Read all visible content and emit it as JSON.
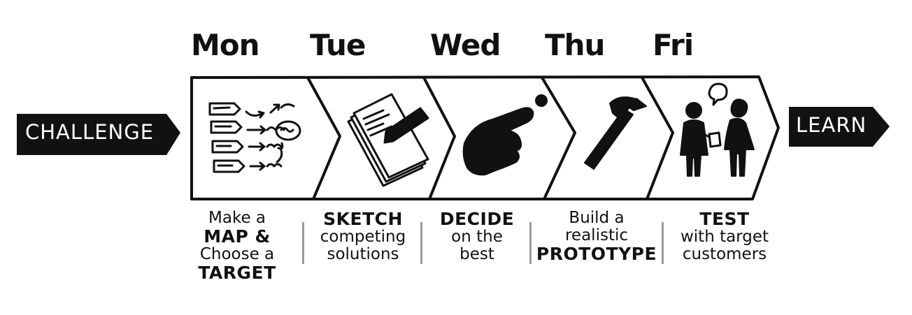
{
  "days": [
    "Mon",
    "Tue",
    "Wed",
    "Thu",
    "Fri"
  ],
  "start_label": "CHALLENGE",
  "end_label": "LEARN",
  "captions": [
    [
      {
        "t": "Make a",
        "s": "hand"
      },
      {
        "t": "MAP &",
        "s": "bold"
      },
      {
        "t": "Choose a",
        "s": "hand"
      },
      {
        "t": "TARGET",
        "s": "bold"
      }
    ],
    [
      {
        "t": "SKETCH",
        "s": "bold"
      },
      {
        "t": "competing",
        "s": "hand"
      },
      {
        "t": "solutions",
        "s": "hand"
      }
    ],
    [
      {
        "t": "DECIDE",
        "s": "bold"
      },
      {
        "t": "on the",
        "s": "hand"
      },
      {
        "t": "best",
        "s": "hand"
      }
    ],
    [
      {
        "t": "Build a",
        "s": "hand"
      },
      {
        "t": "realistic",
        "s": "hand"
      },
      {
        "t": "PROTOTYPE",
        "s": "bold"
      }
    ],
    [
      {
        "t": "TEST",
        "s": "bold"
      },
      {
        "t": "with target",
        "s": "hand"
      },
      {
        "t": "customers",
        "s": "hand"
      }
    ]
  ]
}
